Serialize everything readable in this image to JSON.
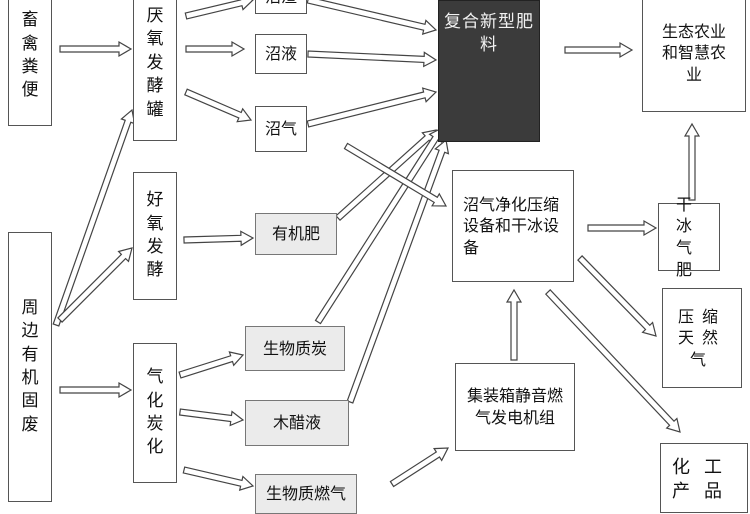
{
  "nodes": {
    "livestock_manure": "畜禽粪便",
    "anaerobic_tank": "厌氧发酵罐",
    "biogas_residue": "沼渣",
    "biogas_slurry": "沼液",
    "biogas": "沼气",
    "aerobic_fermentation": "好氧发酵",
    "organic_fertilizer": "有机肥",
    "surrounding_solid_waste": "周边有机固废",
    "gasification": "气化炭化",
    "biochar": "生物质炭",
    "wood_vinegar": "木醋液",
    "biomass_gas": "生物质燃气",
    "compound_fertilizer": "复合新型肥料",
    "biogas_purification": "沼气净化压缩设备和干冰设备",
    "generator_set": "集装箱静音燃气发电机组",
    "ecological_agriculture": "生态农业和智慧农业",
    "dry_ice_fertilizer": "干冰气肥",
    "compressed_natural_gas": "压缩天然气",
    "chemical_products": "化工产品"
  },
  "colors": {
    "line": "#444444",
    "arrow_fill": "#ffffff",
    "shaded_box": "#ebebeb",
    "dark_box": "#3b3b3b"
  }
}
